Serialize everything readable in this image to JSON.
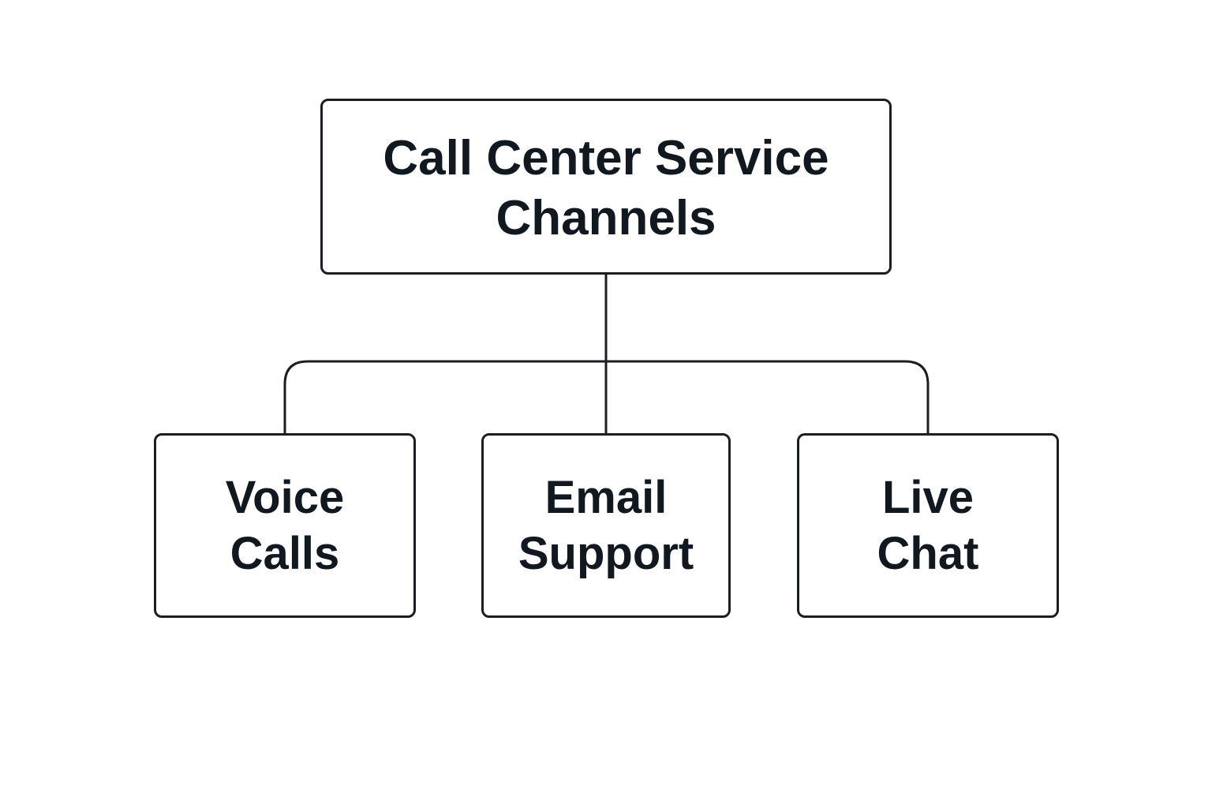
{
  "diagram": {
    "root": {
      "line1": "Call Center Service",
      "line2": "Channels"
    },
    "children": [
      {
        "line1": "Voice",
        "line2": "Calls"
      },
      {
        "line1": "Email",
        "line2": "Support"
      },
      {
        "line1": "Live",
        "line2": "Chat"
      }
    ],
    "colors": {
      "stroke": "#1a1d22",
      "text": "#111820",
      "background": "#ffffff"
    }
  }
}
